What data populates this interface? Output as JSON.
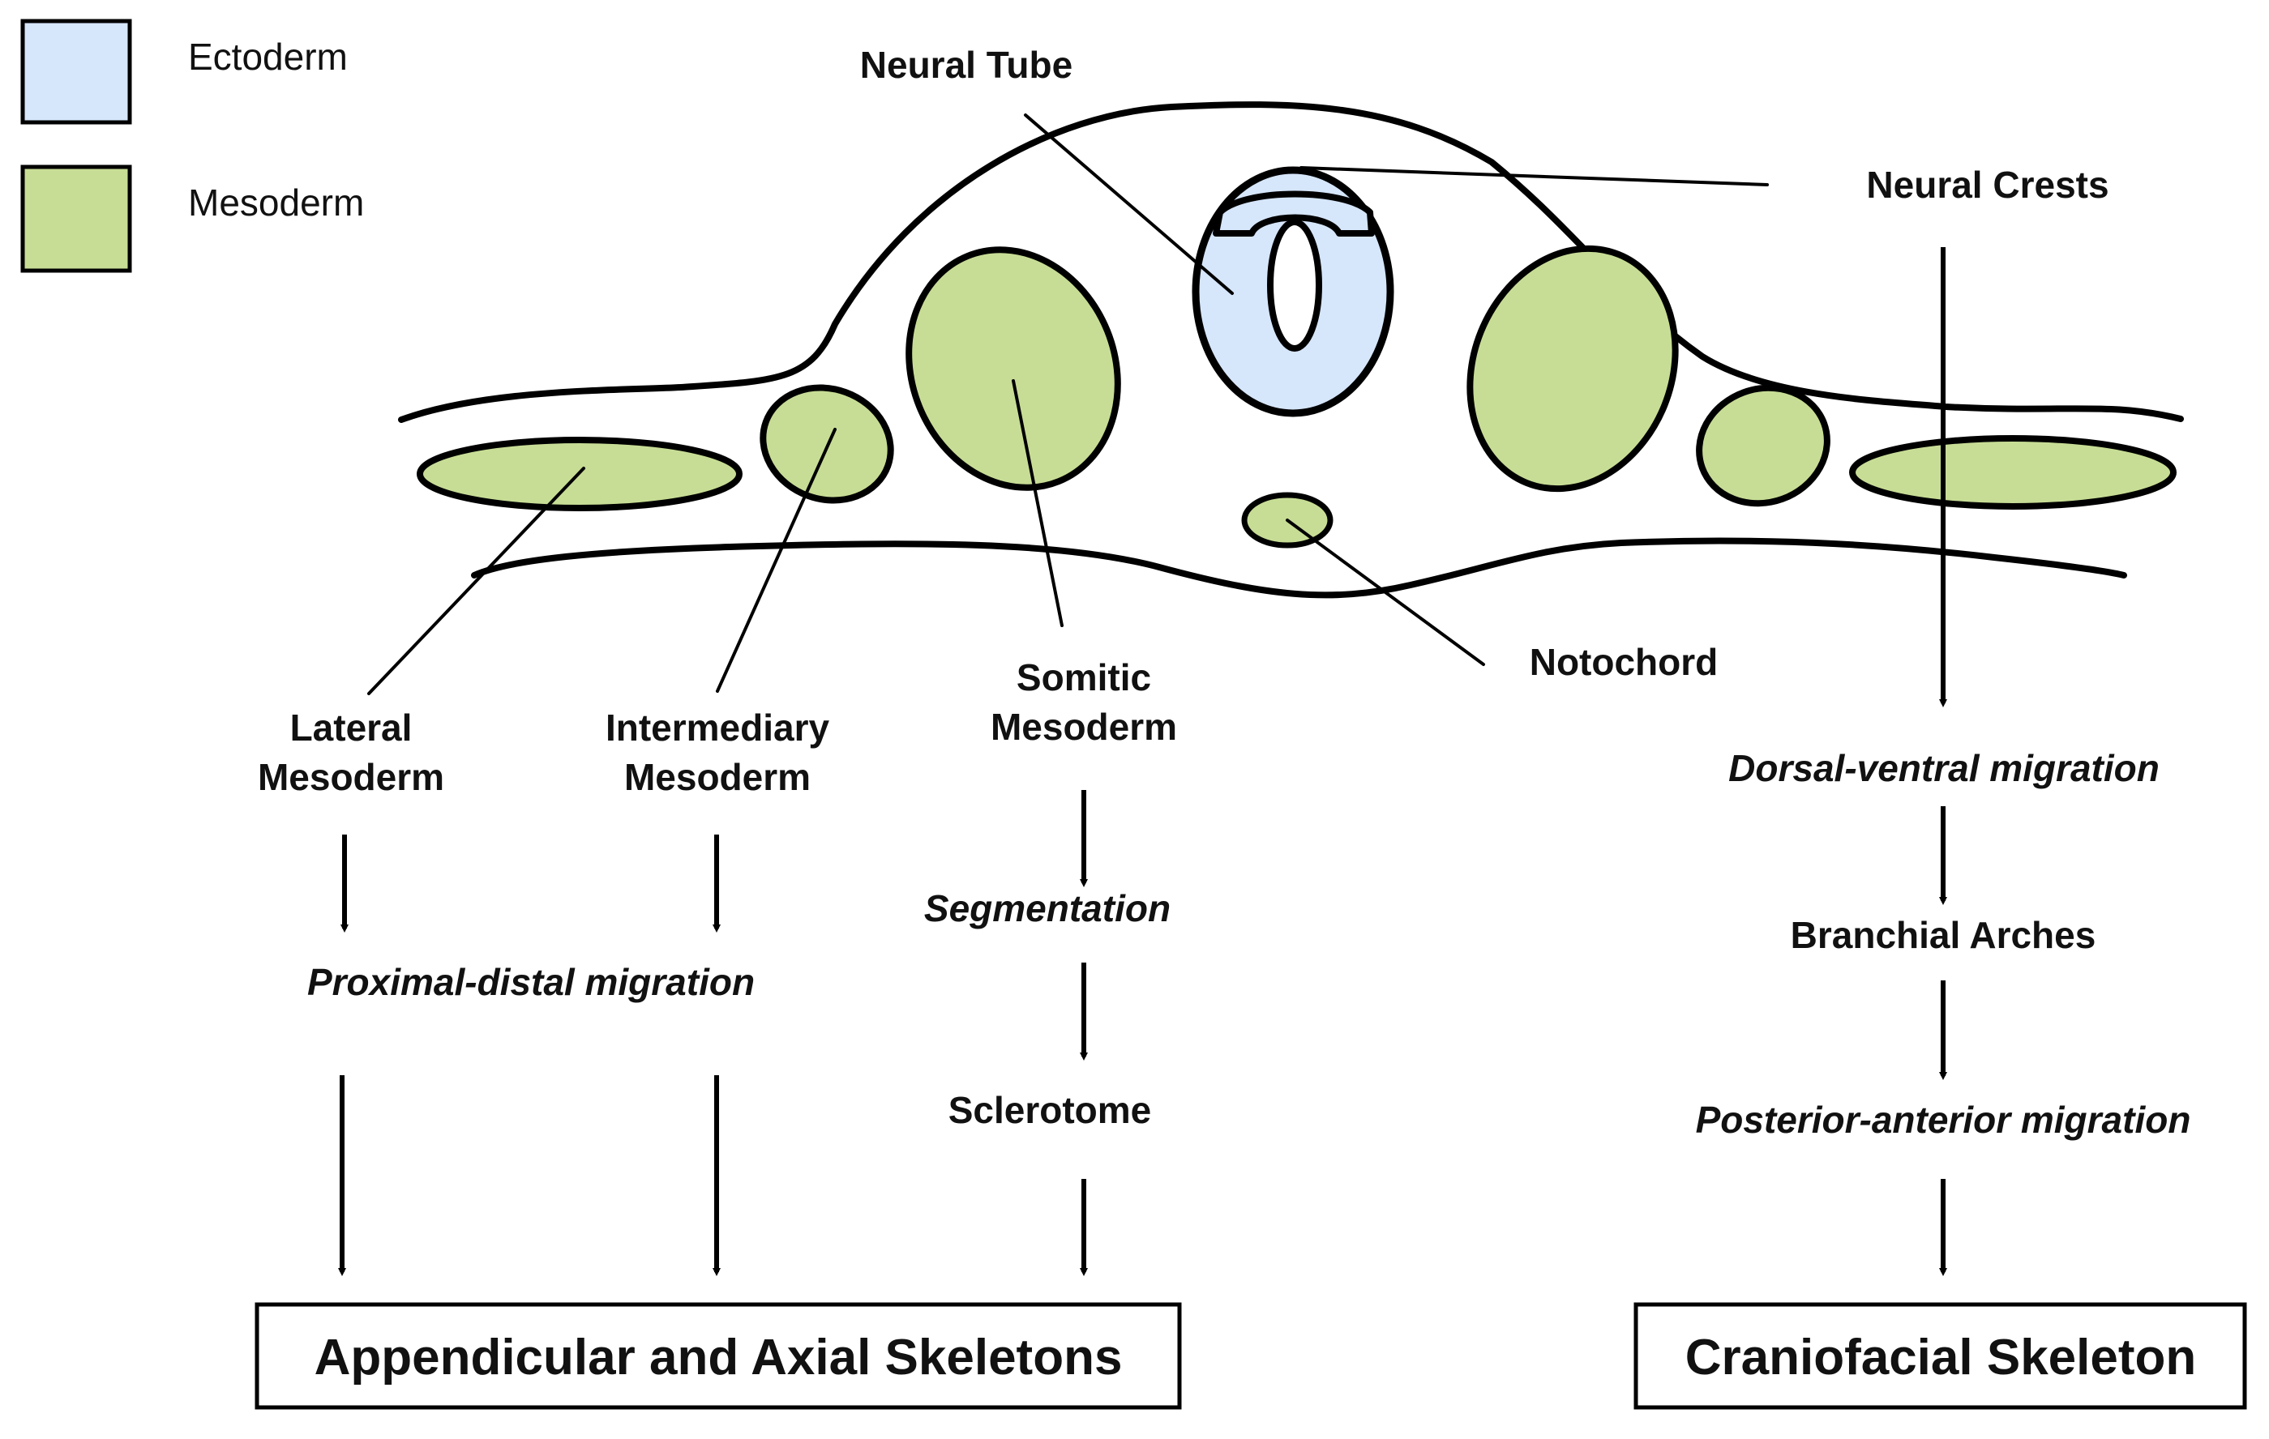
{
  "legend": [
    {
      "label": "Ectoderm",
      "color": "#d6e6fb"
    },
    {
      "label": "Mesoderm",
      "color": "#c7dd95"
    }
  ],
  "colors": {
    "ectoderm": "#d6e6fb",
    "mesoderm": "#c7dd95",
    "stroke": "#000000"
  },
  "structures": {
    "neural_tube": "Neural Tube",
    "neural_crests": "Neural Crests",
    "notochord": "Notochord",
    "lateral_mesoderm": [
      "Lateral",
      "Mesoderm"
    ],
    "intermediary_mesoderm": [
      "Intermediary",
      "Mesoderm"
    ],
    "somitic_mesoderm": [
      "Somitic",
      "Mesoderm"
    ]
  },
  "steps": {
    "proximal_distal": "Proximal-distal migration",
    "segmentation": "Segmentation",
    "sclerotome": "Sclerotome",
    "dorsal_ventral": "Dorsal-ventral migration",
    "branchial_arches": "Branchial Arches",
    "posterior_anterior": "Posterior-anterior migration"
  },
  "outcomes": {
    "appendicular_axial": "Appendicular and Axial Skeletons",
    "craniofacial": "Craniofacial Skeleton"
  }
}
